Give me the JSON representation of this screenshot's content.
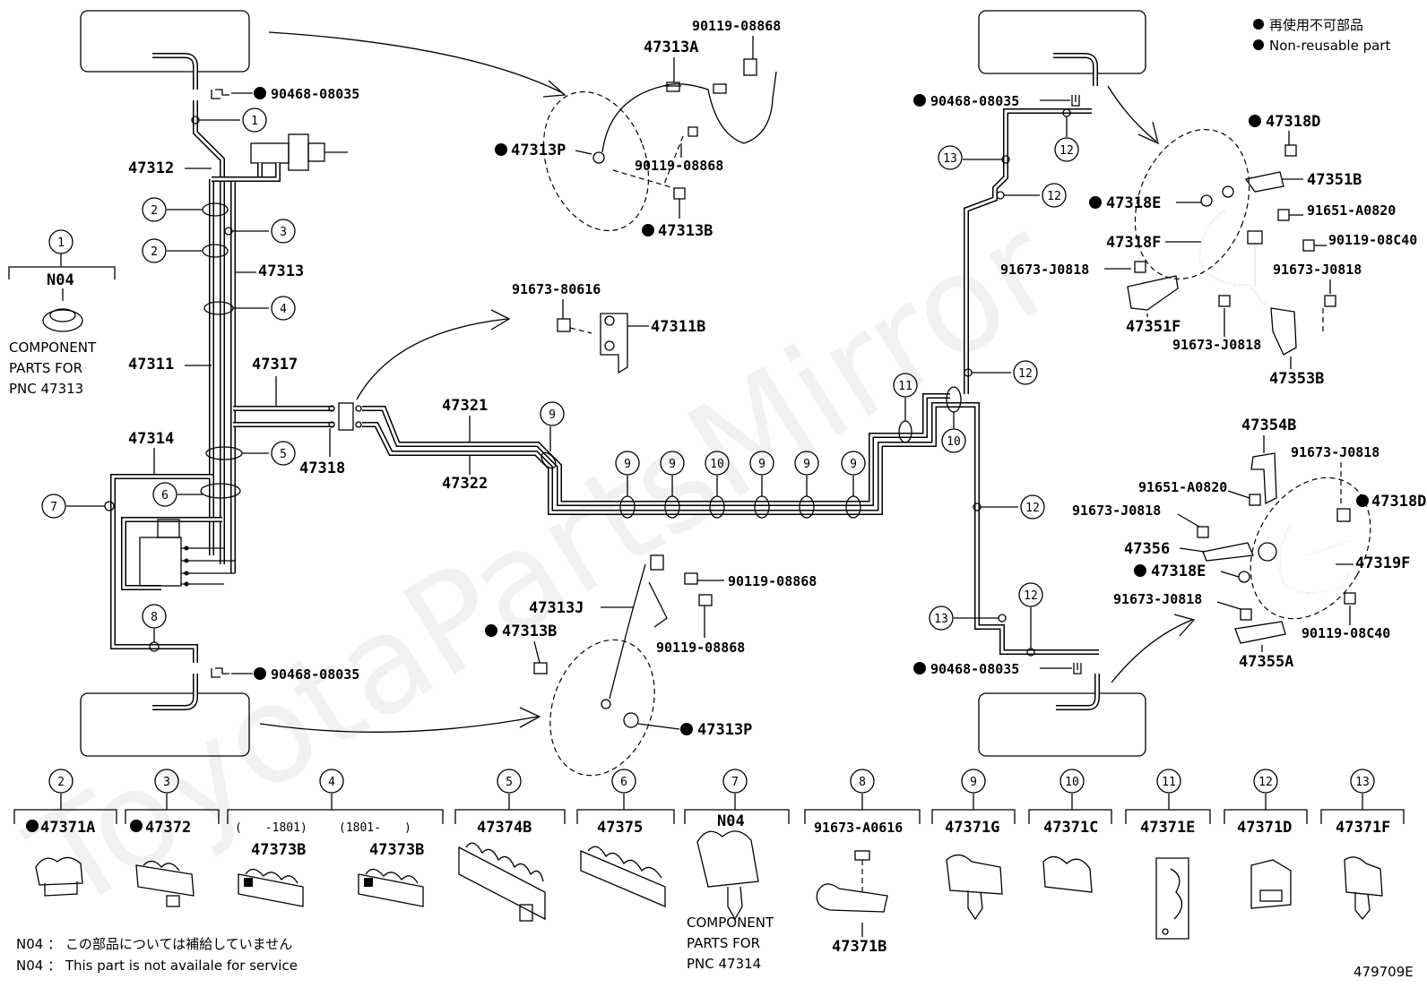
{
  "legend": {
    "jp": "再使用不可部品",
    "en": "Non-reusable part"
  },
  "diagram_code": "479709E",
  "watermark": "ToyotaPartsMirror",
  "footer_notes": {
    "jp_line": "N04 ： この部品については補給していません",
    "en_line": "N04 ：  This part is not availale for service"
  },
  "left_panel": {
    "circle": "1",
    "code": "N04",
    "caption": [
      "COMPONENT",
      "PARTS FOR",
      "PNC 47313"
    ]
  },
  "main_labels": {
    "p47312": "47312",
    "p47313": "47313",
    "p47311": "47311",
    "p47317": "47317",
    "p47314": "47314",
    "p47318": "47318",
    "p47321": "47321",
    "p47322": "47322",
    "p90468_top_left": "90468-08035",
    "p90468_bottom_left": "90468-08035",
    "p90468_top_right": "90468-08035",
    "p90468_bottom_right": "90468-08035"
  },
  "callouts": {
    "c1": "1",
    "c2": "2",
    "c3": "3",
    "c4": "4",
    "c5": "5",
    "c6": "6",
    "c7": "7",
    "c8": "8",
    "c9": "9",
    "c10": "10",
    "c11": "11",
    "c12": "12",
    "c13": "13"
  },
  "detail_top_left": {
    "p90119_a": "90119-08868",
    "p47313A": "47313A",
    "p47313P": "47313P",
    "p90119_b": "90119-08868",
    "p47313B": "47313B"
  },
  "detail_middle": {
    "p91673": "91673-80616",
    "p47311B": "47311B"
  },
  "detail_bottom_left": {
    "p90119_a": "90119-08868",
    "p47313J": "47313J",
    "p47313B": "47313B",
    "p90119_b": "90119-08868",
    "p47313P": "47313P"
  },
  "detail_top_right": {
    "p47318D": "47318D",
    "p47351B": "47351B",
    "p47318E": "47318E",
    "p91651": "91651-A0820",
    "p47318F": "47318F",
    "p90119": "90119-08C40",
    "p91673_a": "91673-J0818",
    "p91673_b": "91673-J0818",
    "p47351F": "47351F",
    "p91673_c": "91673-J0818",
    "p47353B": "47353B"
  },
  "detail_bottom_right": {
    "p47354B": "47354B",
    "p91673_a": "91673-J0818",
    "p91651": "91651-A0820",
    "p47318D": "47318D",
    "p91673_b": "91673-J0818",
    "p47356": "47356",
    "p47319F": "47319F",
    "p47318E": "47318E",
    "p91673_c": "91673-J0818",
    "p90119": "90119-08C40",
    "p47355A": "47355A"
  },
  "clamp_parts": [
    {
      "circle": "2",
      "part": "47371A",
      "nonreusable": true
    },
    {
      "circle": "3",
      "part": "47372",
      "nonreusable": true
    },
    {
      "circle": "4",
      "part": "47373B",
      "part2": "47373B",
      "date1": "(　　-1801)",
      "date2": "(1801-　　)"
    },
    {
      "circle": "5",
      "part": "47374B"
    },
    {
      "circle": "6",
      "part": "47375"
    },
    {
      "circle": "7",
      "part": "N04",
      "caption": [
        "COMPONENT",
        "PARTS FOR",
        "PNC 47314"
      ]
    },
    {
      "circle": "8",
      "part": "91673-A0616",
      "part2": "47371B"
    },
    {
      "circle": "9",
      "part": "47371G"
    },
    {
      "circle": "10",
      "part": "47371C"
    },
    {
      "circle": "11",
      "part": "47371E"
    },
    {
      "circle": "12",
      "part": "47371D"
    },
    {
      "circle": "13",
      "part": "47371F"
    }
  ]
}
